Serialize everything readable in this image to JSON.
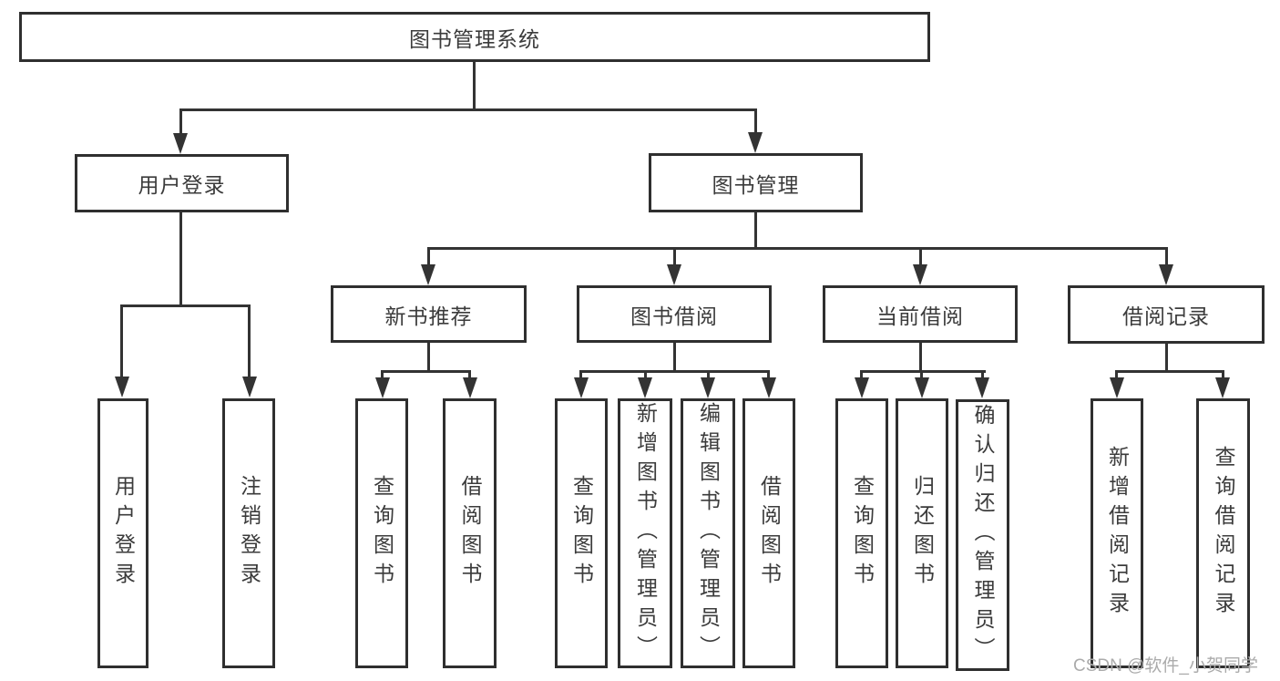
{
  "colors": {
    "line": "#333333",
    "box_border": "#2f2f2f",
    "text": "#3b3b3b",
    "watermark": "#ababab",
    "background": "#ffffff"
  },
  "diagram": {
    "root": {
      "label": "图书管理系统"
    },
    "level2": [
      {
        "id": "user-login",
        "label": "用户登录"
      },
      {
        "id": "book-management",
        "label": "图书管理"
      }
    ],
    "level3": [
      {
        "id": "new-book-recommend",
        "label": "新书推荐"
      },
      {
        "id": "book-borrow",
        "label": "图书借阅"
      },
      {
        "id": "current-borrow",
        "label": "当前借阅"
      },
      {
        "id": "borrow-records",
        "label": "借阅记录"
      }
    ],
    "leaves": [
      {
        "group": "user-login",
        "label": "用户登录"
      },
      {
        "group": "user-login",
        "label": "注销登录"
      },
      {
        "group": "new-book-recommend",
        "label": "查询图书"
      },
      {
        "group": "new-book-recommend",
        "label": "借阅图书"
      },
      {
        "group": "book-borrow",
        "label": "查询图书"
      },
      {
        "group": "book-borrow",
        "label": "新增图书（管理员）"
      },
      {
        "group": "book-borrow",
        "label": "编辑图书（管理员）"
      },
      {
        "group": "book-borrow",
        "label": "借阅图书"
      },
      {
        "group": "current-borrow",
        "label": "查询图书"
      },
      {
        "group": "current-borrow",
        "label": "归还图书"
      },
      {
        "group": "current-borrow",
        "label": "确认归还（管理员）"
      },
      {
        "group": "borrow-records",
        "label": "新增借阅记录"
      },
      {
        "group": "borrow-records",
        "label": "查询借阅记录"
      }
    ]
  },
  "watermark": {
    "text": "CSDN @软件_小贺同学"
  }
}
